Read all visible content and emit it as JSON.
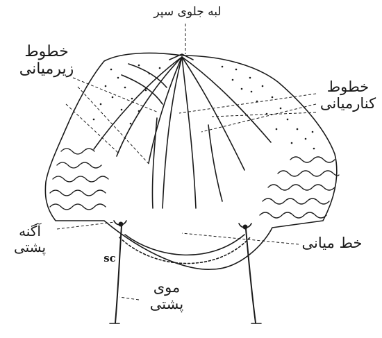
{
  "labels": {
    "front_edge": "لبه جلوی سپر",
    "submedian_line1": "خطوط",
    "submedian_line2": "زیرمیانی",
    "submarginal_line1": "خطوط",
    "submarginal_line2": "کنارمیانی",
    "scutellar_line1": "آگنه",
    "scutellar_line2": "پشتی",
    "median_line": "خط میانی",
    "dorsal_hair_line1": "موی",
    "dorsal_hair_line2": "پشتی",
    "sc": "sc"
  },
  "colors": {
    "ink": "#1a1a1a",
    "background": "#ffffff"
  }
}
